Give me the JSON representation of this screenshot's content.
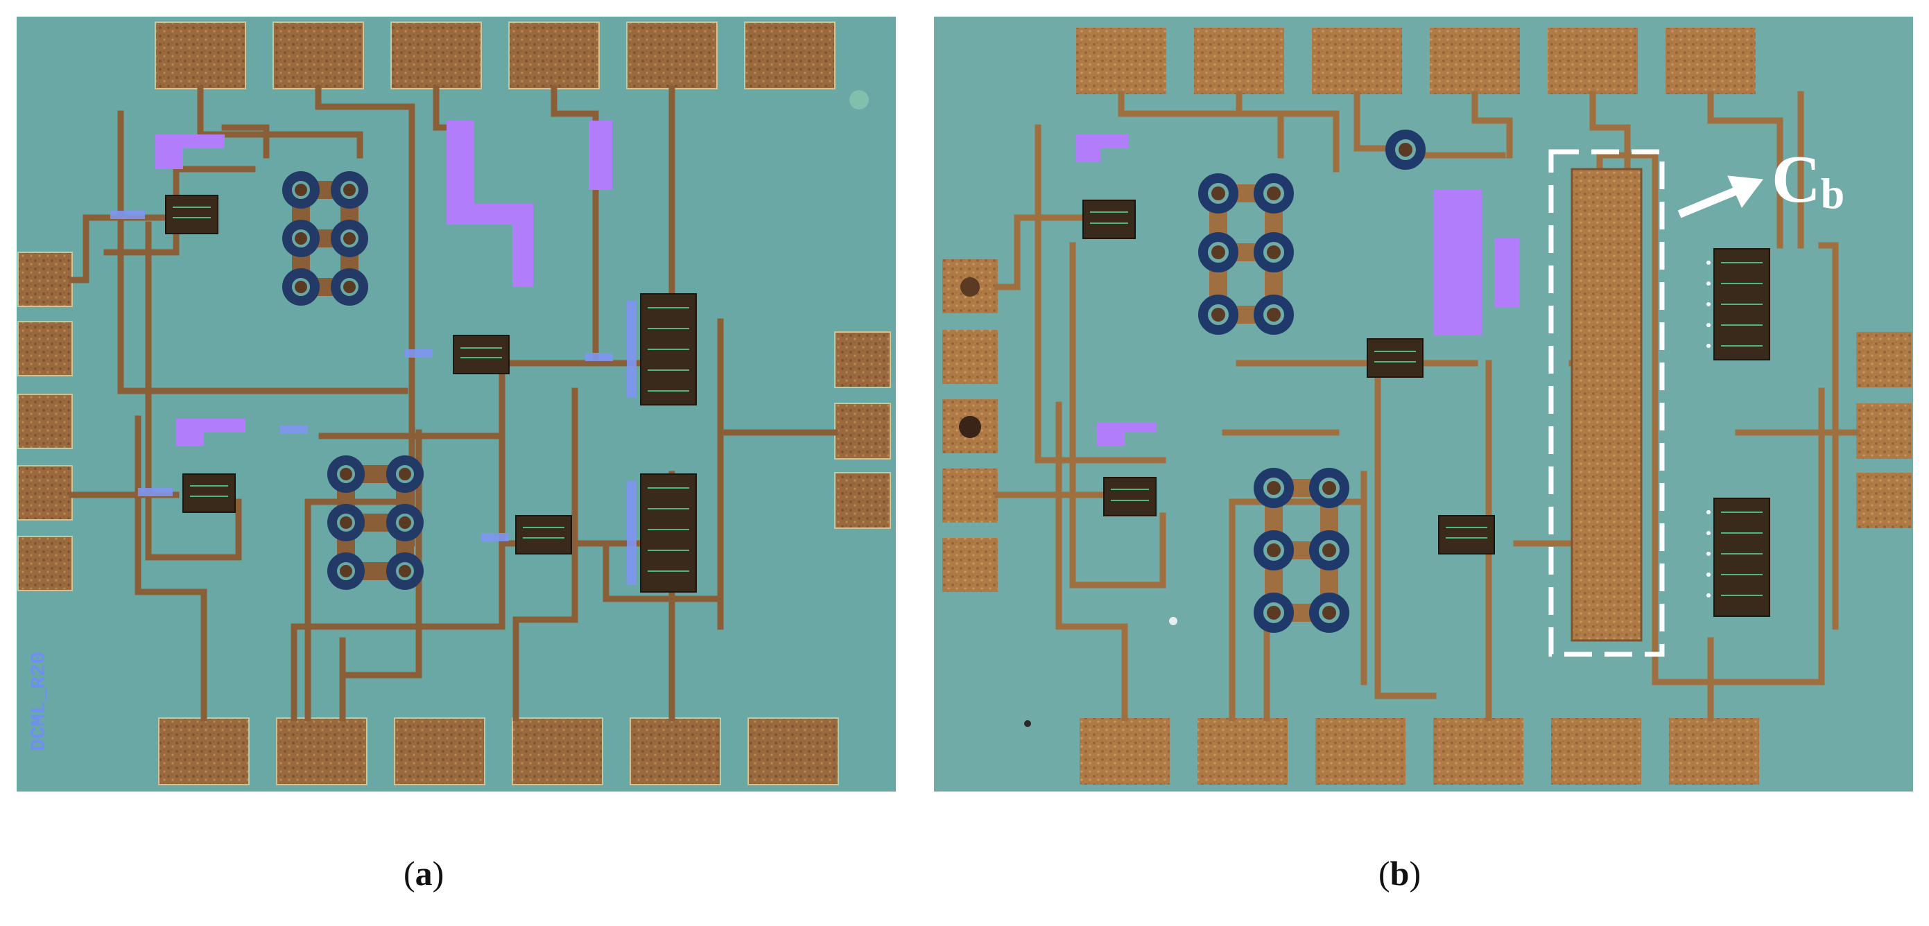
{
  "panels": [
    {
      "id": "a",
      "caption_open": "(",
      "caption_letter": "a",
      "caption_close": ")",
      "chip_label": "DCML_R20"
    },
    {
      "id": "b",
      "caption_open": "(",
      "caption_letter": "b",
      "caption_close": ")"
    }
  ],
  "annotation": {
    "main": "C",
    "sub": "b"
  },
  "colors": {
    "substrate": "#6aa8a6",
    "substrate_b": "#70aba7",
    "gold": "#9a6a3e",
    "gold_dark": "#7d5430",
    "gold_light": "#b88a52",
    "line": "#8a5f38",
    "via_ring": "#233a66",
    "resistor": "#b27dfa",
    "device": "#3a2a1c",
    "label_blue": "#6f8ef5",
    "highlight": "#ffffff"
  }
}
